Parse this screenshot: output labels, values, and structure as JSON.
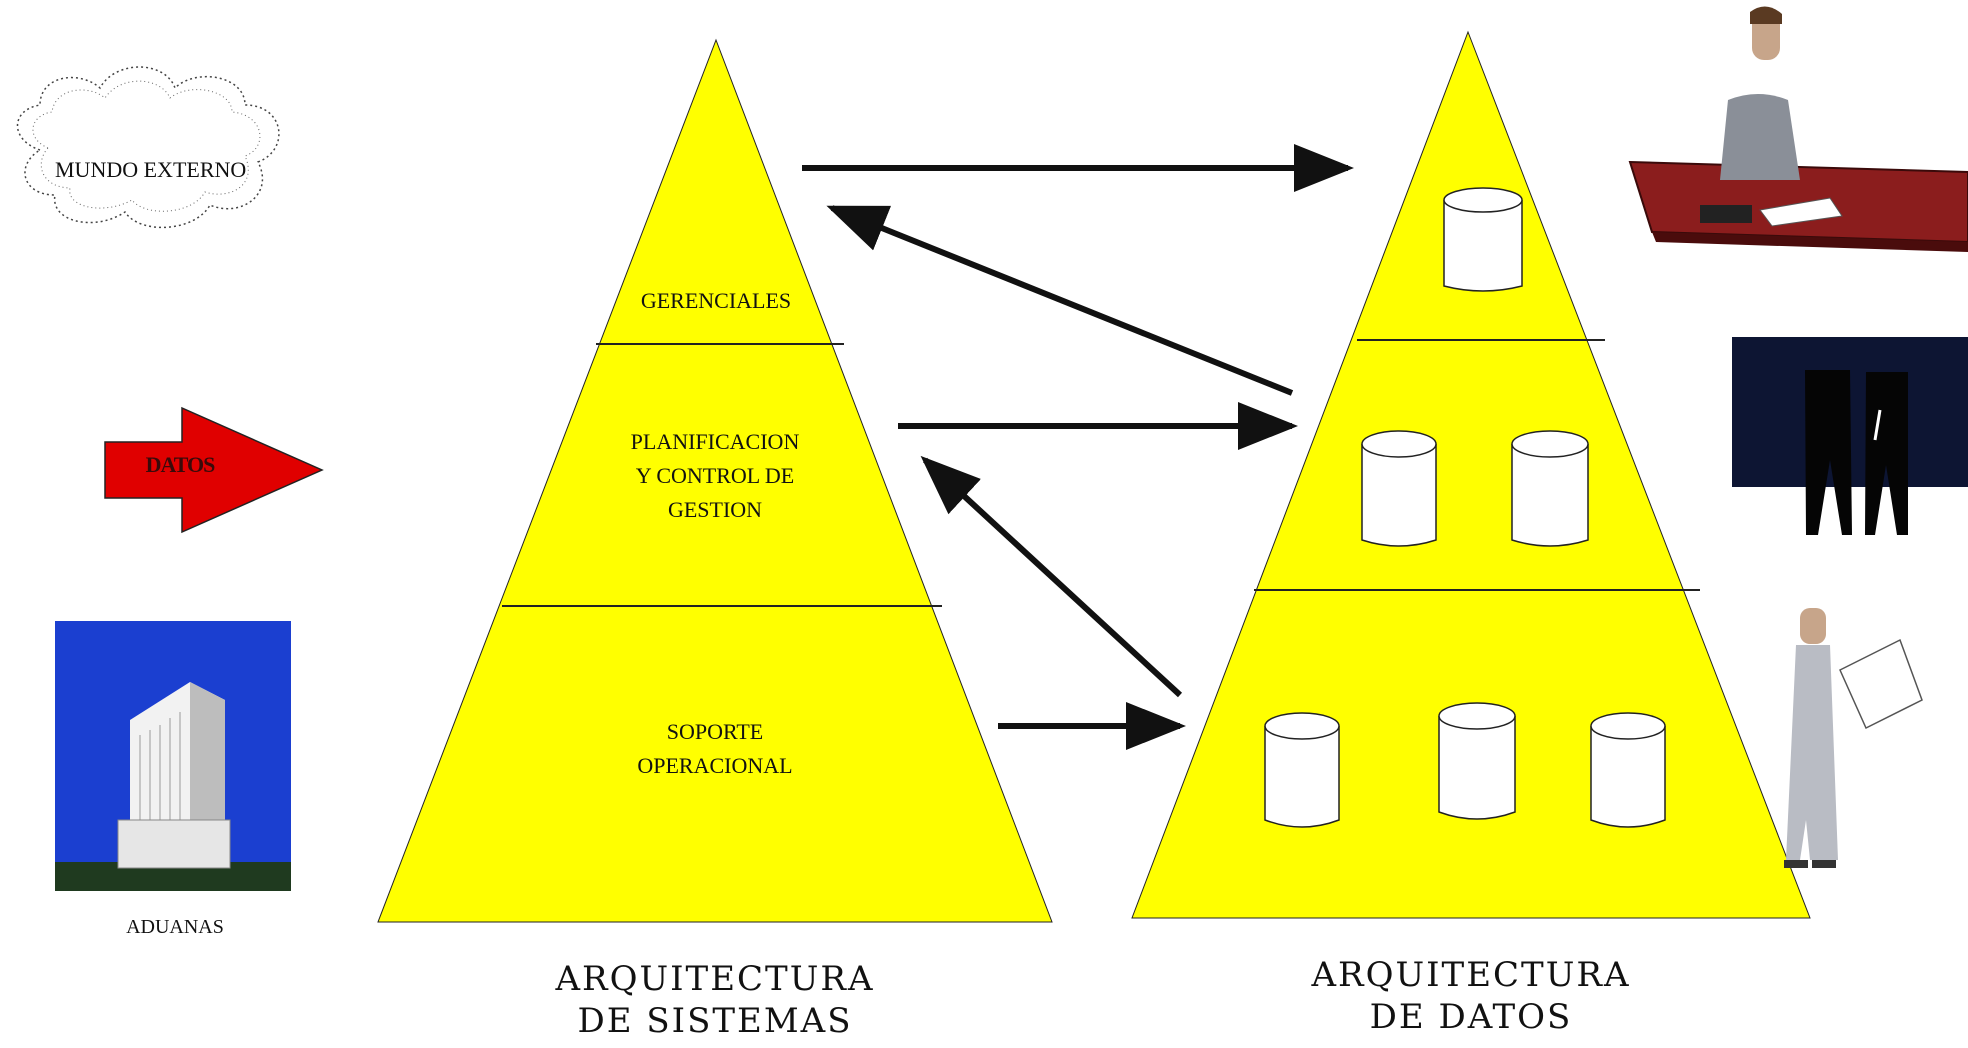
{
  "external": {
    "cloud_label": "MUNDO EXTERNO",
    "arrow_label": "DATOS",
    "building_label": "ADUANAS"
  },
  "systems_pyramid": {
    "levels": [
      {
        "label": "GERENCIALES"
      },
      {
        "label": "PLANIFICACION Y CONTROL DE GESTION",
        "lines": [
          "PLANIFICACION",
          "Y CONTROL DE",
          "GESTION"
        ]
      },
      {
        "label": "SOPORTE OPERACIONAL",
        "lines": [
          "SOPORTE",
          "OPERACIONAL"
        ]
      }
    ],
    "caption_lines": [
      "ARQUITECTURA",
      "DE SISTEMAS"
    ]
  },
  "data_pyramid": {
    "levels": [
      {
        "database_count": 1
      },
      {
        "database_count": 2
      },
      {
        "database_count": 3
      }
    ],
    "caption_lines": [
      "ARQUITECTURA",
      "DE DATOS"
    ]
  },
  "users": [
    {
      "icon": "manager-at-desk-icon"
    },
    {
      "icon": "meeting-silhouettes-icon"
    },
    {
      "icon": "operator-with-document-icon"
    }
  ],
  "colors": {
    "pyramid_fill": "#ffff00",
    "datos_arrow": "#e00000",
    "building_bg": "#1b3fd0",
    "desk": "#8b1d1d",
    "dark_panel": "#0d1533"
  }
}
